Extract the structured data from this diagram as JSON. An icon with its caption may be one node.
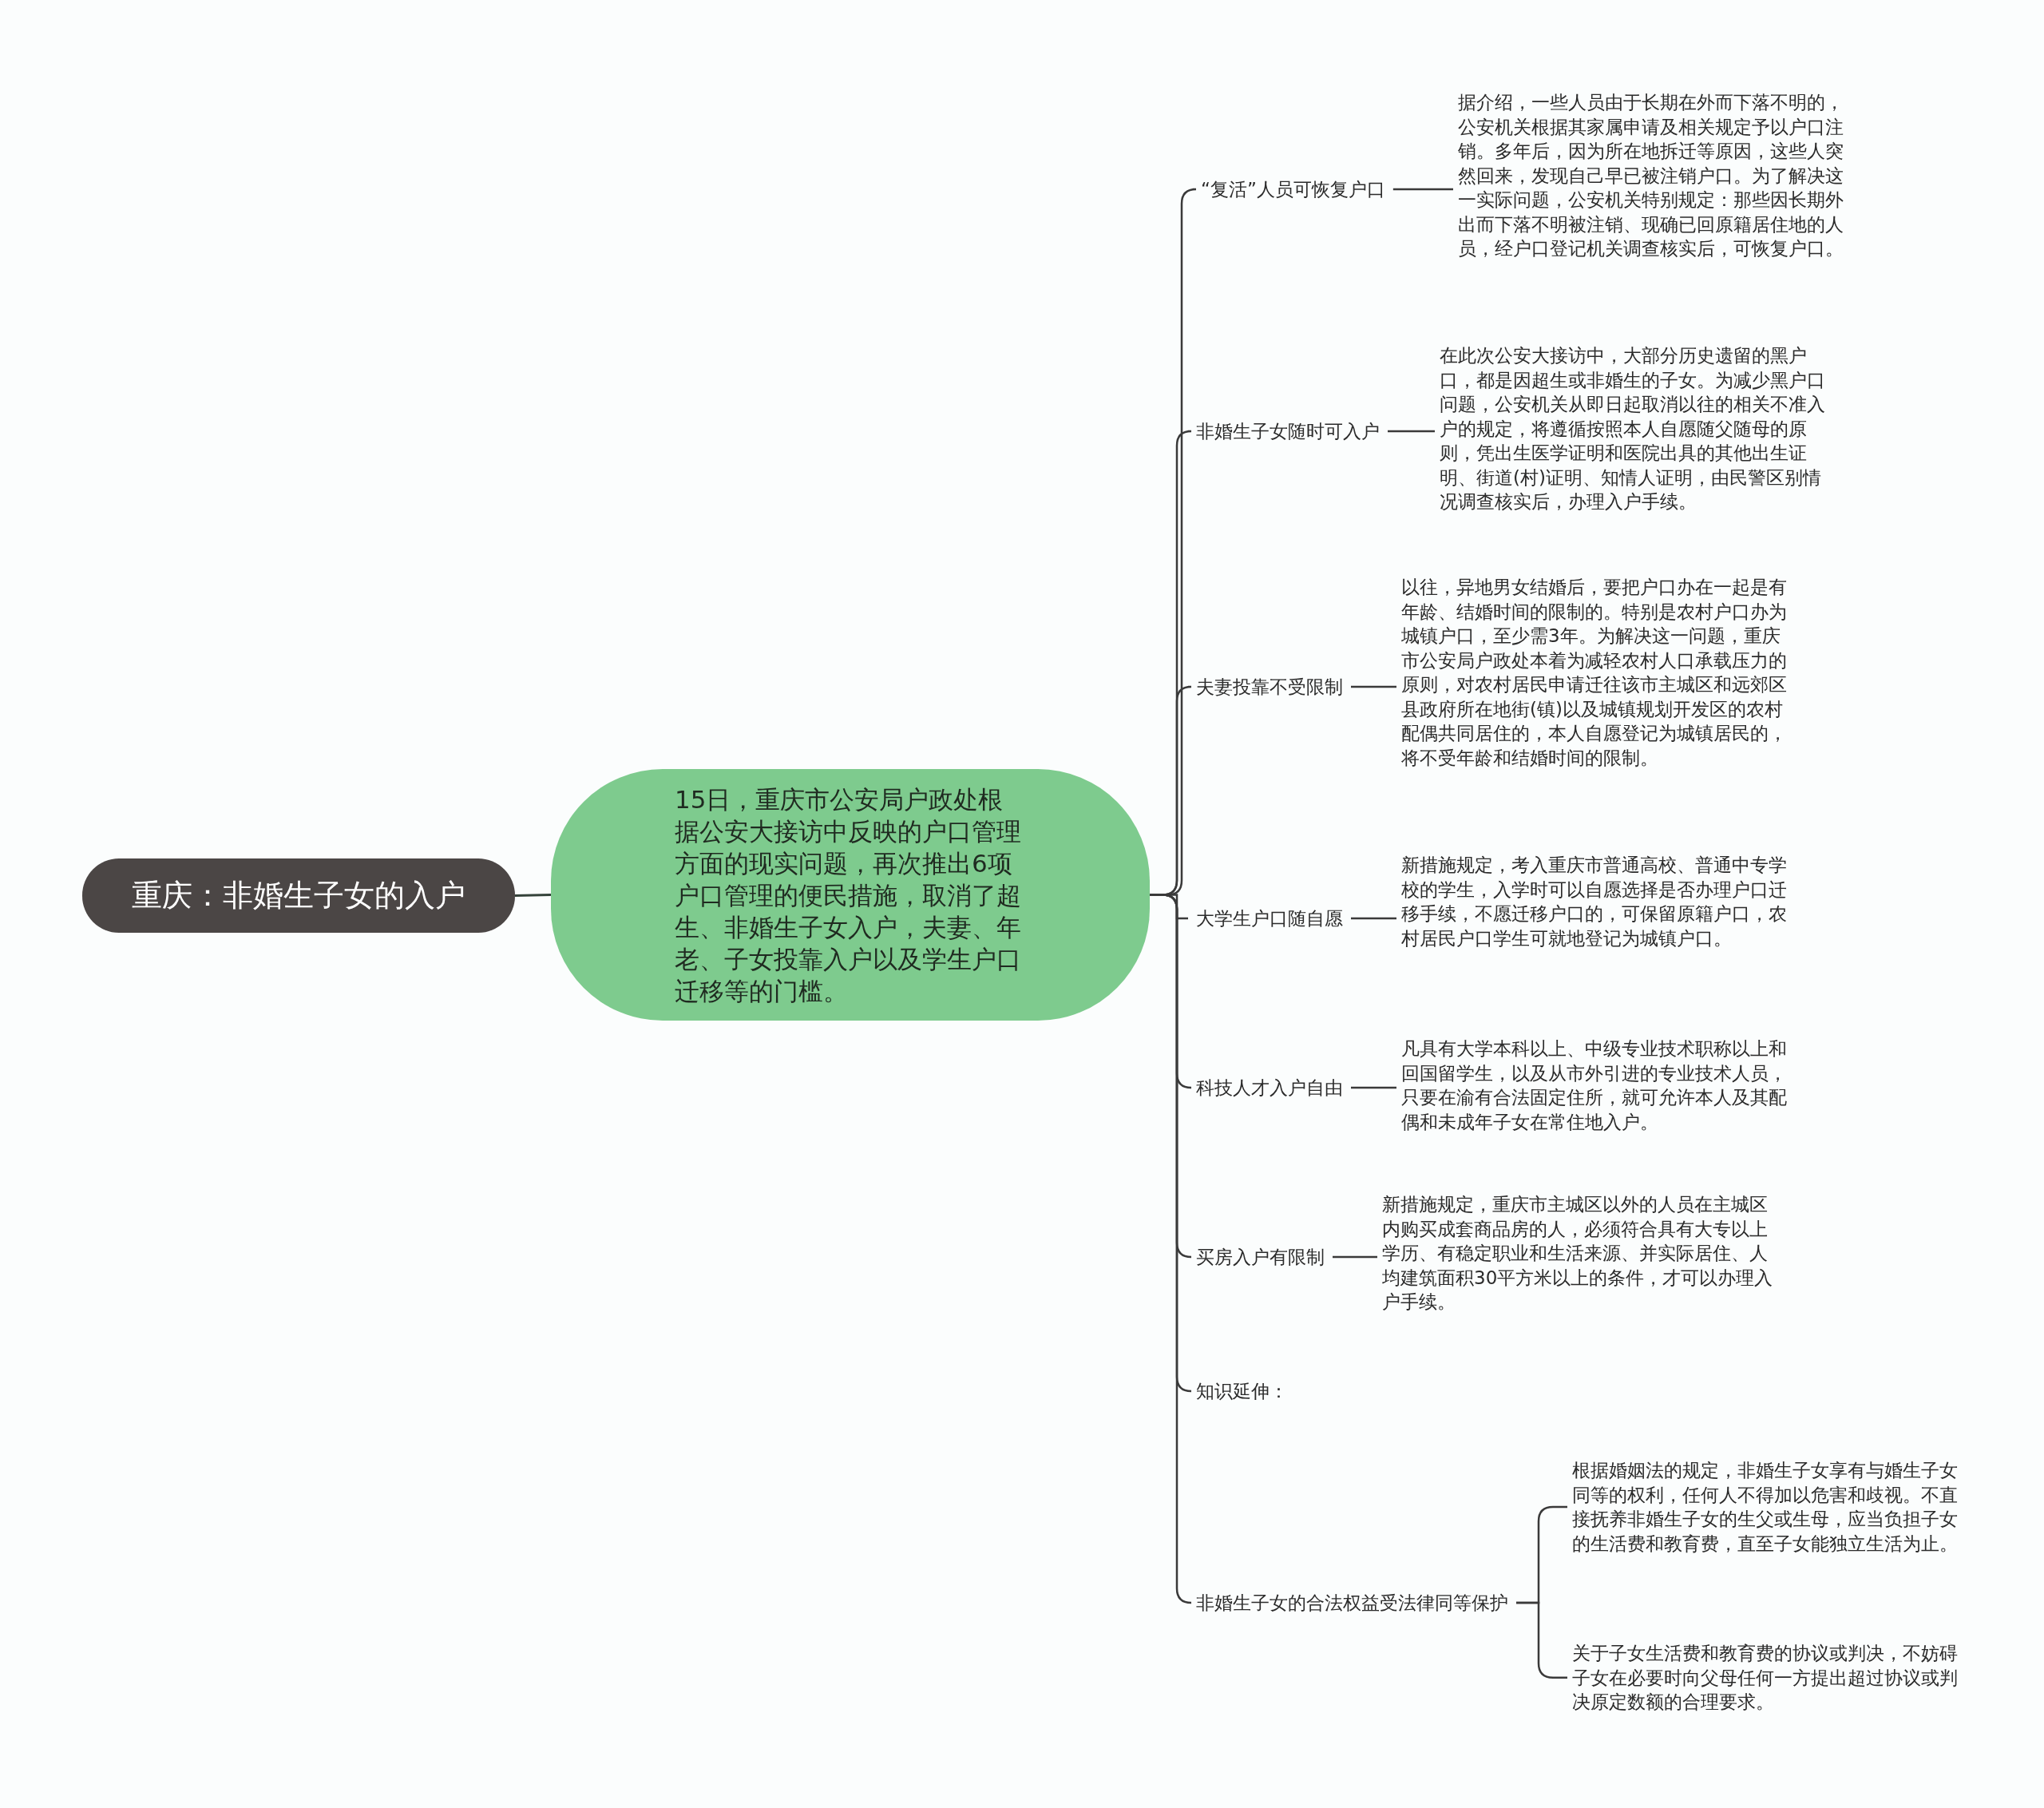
{
  "diagram": {
    "nodes": [
      {
        "text": [
          "重庆：非婚生子女的入户"
        ]
      },
      {
        "text": [
          "15日，重庆市公安局户政处根据公安大接访中反映的户口管理方面的现实问题，再次推出6项户口管理的便民措施，取消了超生、非婚生子女入户，夫妻、年老、子女投靠入户以及学生户口迁移等的门槛。"
        ]
      },
      {
        "text": [
          "“复活”人员可恢复户口"
        ]
      },
      {
        "text": [
          "据介绍，一些人员由于长期在外而下落不明的，公安机关根据其家属申请及相关规定予以户口注销。多年后，因为所在地拆迁等原因，这些人突然回来，发现自己早已被注销户口。为了解决这一实际问题，公安机关特别规定：那些因长期外出而下落不明被注销、现确已回原籍居住地的人员，经户口登记机关调查核实后，可恢复户口。"
        ]
      },
      {
        "text": [
          "非婚生子女随时可入户"
        ]
      },
      {
        "text": [
          "在此次公安大接访中，大部分历史遗留的黑户口，都是因超生或非婚生的子女。为减少黑户口问题，公安机关从即日起取消以往的相关不准入户的规定，将遵循按照本人自愿随父随母的原则，凭出生医学证明和医院出具的其他出生证明、街道(村)证明、知情人证明，由民警区别情况调查核实后，办理入户手续。"
        ]
      },
      {
        "text": [
          "夫妻投靠不受限制"
        ]
      },
      {
        "text": [
          "以往，异地男女结婚后，要把户口办在一起是有年龄、结婚时间的限制的。特别是农村户口办为城镇户口，至少需3年。为解决这一问题，重庆市公安局户政处本着为减轻农村人口承载压力的原则，对农村居民申请迁往该市主城区和远郊区县政府所在地街(镇)以及城镇规划开发区的农村配偶共同居住的，本人自愿登记为城镇居民的，将不受年龄和结婚时间的限制。"
        ]
      },
      {
        "text": [
          "大学生户口随自愿"
        ]
      },
      {
        "text": [
          "新措施规定，考入重庆市普通高校、普通中专学校的学生，入学时可以自愿选择是否办理户口迁移手续，不愿迁移户口的，可保留原籍户口，农村居民户口学生可就地登记为城镇户口。"
        ]
      },
      {
        "text": [
          "科技人才入户自由"
        ]
      },
      {
        "text": [
          "凡具有大学本科以上、中级专业技术职称以上和回国留学生，以及从市外引进的专业技术人员，只要在渝有合法固定住所，就可允许本人及其配偶和未成年子女在常住地入户。"
        ]
      },
      {
        "text": [
          "买房入户有限制"
        ]
      },
      {
        "text": [
          "新措施规定，重庆市主城区以外的人员在主城区内购买成套商品房的人，必须符合具有大专以上学历、有稳定职业和生活来源、并实际居住、人均建筑面积30平方米以上的条件，才可以办理入户手续。"
        ]
      },
      {
        "text": [
          "知识延伸："
        ]
      },
      {
        "text": [
          "非婚生子女的合法权益受法律同等保护"
        ]
      },
      {
        "text": [
          "根据婚姻法的规定，非婚生子女享有与婚生子女同等的权利，任何人不得加以危害和歧视。不直接抚养非婚生子女的生父或生母，应当负担子女的生活费和教育费，直至子女能独立生活为止。"
        ]
      },
      {
        "text": [
          "关于子女生活费和教育费的协议或判决，不妨碍子女在必要时向父母任何一方提出超过协议或判决原定数额的合理要求。"
        ]
      }
    ],
    "edges": [
      {
        "from": 0,
        "to": 1,
        "arrow": "none"
      },
      {
        "from": 1,
        "to": 2,
        "arrow": "none"
      },
      {
        "from": 1,
        "to": 4,
        "arrow": "none"
      },
      {
        "from": 1,
        "to": 6,
        "arrow": "none"
      },
      {
        "from": 1,
        "to": 8,
        "arrow": "none"
      },
      {
        "from": 1,
        "to": 10,
        "arrow": "none"
      },
      {
        "from": 1,
        "to": 12,
        "arrow": "none"
      },
      {
        "from": 1,
        "to": 14,
        "arrow": "none"
      },
      {
        "from": 1,
        "to": 15,
        "arrow": "none"
      },
      {
        "from": 2,
        "to": 3,
        "arrow": "none"
      },
      {
        "from": 4,
        "to": 5,
        "arrow": "none"
      },
      {
        "from": 6,
        "to": 7,
        "arrow": "none"
      },
      {
        "from": 8,
        "to": 9,
        "arrow": "none"
      },
      {
        "from": 10,
        "to": 11,
        "arrow": "none"
      },
      {
        "from": 12,
        "to": 13,
        "arrow": "none"
      },
      {
        "from": 15,
        "to": 16,
        "arrow": "none"
      },
      {
        "from": 15,
        "to": 17,
        "arrow": "none"
      }
    ]
  }
}
